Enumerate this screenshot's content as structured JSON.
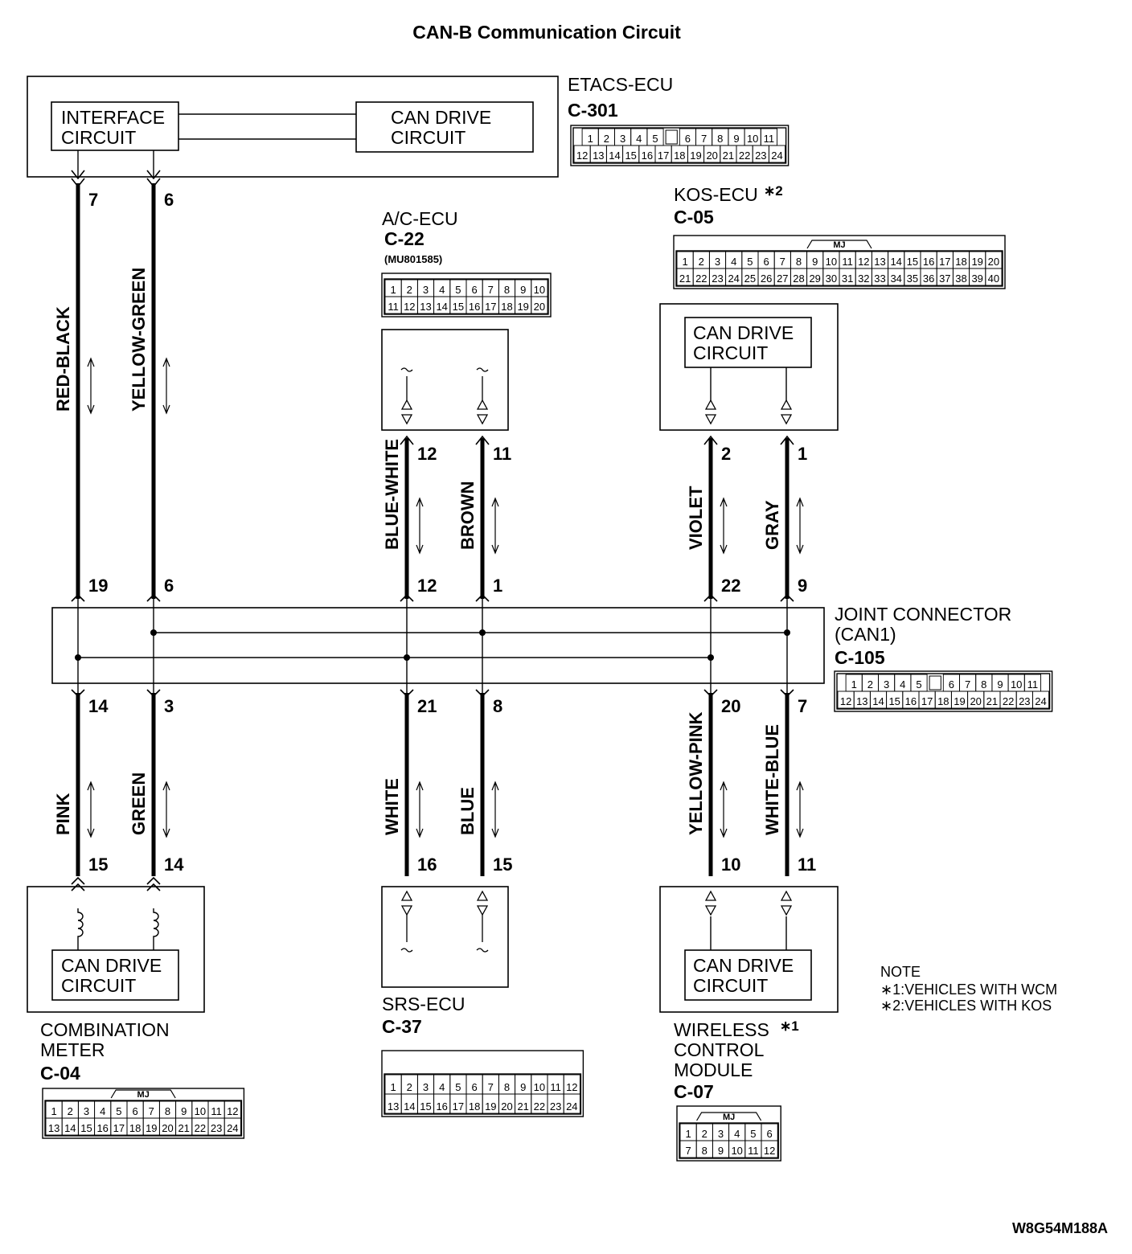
{
  "title": "CAN-B Communication Circuit",
  "doc_id": "W8G54M188A",
  "note": {
    "heading": "NOTE",
    "lines": [
      "∗1:VEHICLES WITH WCM",
      "∗2:VEHICLES WITH KOS"
    ]
  },
  "etacs": {
    "name": "ETACS-ECU",
    "connector": "C-301",
    "interface_line1": "INTERFACE",
    "interface_line2": "CIRCUIT",
    "drive_line1": "CAN DRIVE",
    "drive_line2": "CIRCUIT",
    "pins_row1": [
      "1",
      "2",
      "3",
      "4",
      "5",
      "",
      "6",
      "7",
      "8",
      "9",
      "10",
      "11"
    ],
    "pins_row2": [
      "12",
      "13",
      "14",
      "15",
      "16",
      "17",
      "18",
      "19",
      "20",
      "21",
      "22",
      "23",
      "24"
    ]
  },
  "ac_ecu": {
    "name": "A/C-ECU",
    "connector": "C-22",
    "part": "(MU801585)",
    "pins_row1": [
      "1",
      "2",
      "3",
      "4",
      "5",
      "6",
      "7",
      "8",
      "9",
      "10"
    ],
    "pins_row2": [
      "11",
      "12",
      "13",
      "14",
      "15",
      "16",
      "17",
      "18",
      "19",
      "20"
    ]
  },
  "kos_ecu": {
    "name": "KOS-ECU",
    "mark": "∗2",
    "connector": "C-05",
    "mj": "MJ",
    "drive_line1": "CAN DRIVE",
    "drive_line2": "CIRCUIT",
    "pins_row1": [
      "1",
      "2",
      "3",
      "4",
      "5",
      "6",
      "7",
      "8",
      "9",
      "10",
      "11",
      "12",
      "13",
      "14",
      "15",
      "16",
      "17",
      "18",
      "19",
      "20"
    ],
    "pins_row2": [
      "21",
      "22",
      "23",
      "24",
      "25",
      "26",
      "27",
      "28",
      "29",
      "30",
      "31",
      "32",
      "33",
      "34",
      "35",
      "36",
      "37",
      "38",
      "39",
      "40"
    ]
  },
  "joint": {
    "name_line1": "JOINT CONNECTOR",
    "name_line2": "(CAN1)",
    "connector": "C-105",
    "pins_row1": [
      "1",
      "2",
      "3",
      "4",
      "5",
      "",
      "6",
      "7",
      "8",
      "9",
      "10",
      "11"
    ],
    "pins_row2": [
      "12",
      "13",
      "14",
      "15",
      "16",
      "17",
      "18",
      "19",
      "20",
      "21",
      "22",
      "23",
      "24"
    ]
  },
  "combo": {
    "name_line1": "COMBINATION",
    "name_line2": "METER",
    "connector": "C-04",
    "mj": "MJ",
    "drive_line1": "CAN DRIVE",
    "drive_line2": "CIRCUIT",
    "pins_row1": [
      "1",
      "2",
      "3",
      "4",
      "5",
      "6",
      "7",
      "8",
      "9",
      "10",
      "11",
      "12"
    ],
    "pins_row2": [
      "13",
      "14",
      "15",
      "16",
      "17",
      "18",
      "19",
      "20",
      "21",
      "22",
      "23",
      "24"
    ]
  },
  "srs": {
    "name": "SRS-ECU",
    "connector": "C-37",
    "pins_row1": [
      "1",
      "2",
      "3",
      "4",
      "5",
      "6",
      "7",
      "8",
      "9",
      "10",
      "11",
      "12"
    ],
    "pins_row2": [
      "13",
      "14",
      "15",
      "16",
      "17",
      "18",
      "19",
      "20",
      "21",
      "22",
      "23",
      "24"
    ]
  },
  "wcm": {
    "name_line1": "WIRELESS",
    "mark": "∗1",
    "name_line2": "CONTROL",
    "name_line3": "MODULE",
    "connector": "C-07",
    "mj": "MJ",
    "drive_line1": "CAN DRIVE",
    "drive_line2": "CIRCUIT",
    "pins_row1": [
      "1",
      "2",
      "3",
      "4",
      "5",
      "6"
    ],
    "pins_row2": [
      "7",
      "8",
      "9",
      "10",
      "11",
      "12"
    ]
  },
  "wires": {
    "w1": {
      "color": "RED-BLACK",
      "pin_top": "7",
      "pin_joint": "19"
    },
    "w2": {
      "color": "YELLOW-GREEN",
      "pin_top": "6",
      "pin_joint": "6"
    },
    "w3": {
      "color": "BLUE-WHITE",
      "pin_top": "12",
      "pin_joint": "12"
    },
    "w4": {
      "color": "BROWN",
      "pin_top": "11",
      "pin_joint": "1"
    },
    "w5": {
      "color": "VIOLET",
      "pin_top": "2",
      "pin_joint": "22"
    },
    "w6": {
      "color": "GRAY",
      "pin_top": "1",
      "pin_joint": "9"
    },
    "w7": {
      "color": "PINK",
      "pin_joint": "14",
      "pin_bottom": "15"
    },
    "w8": {
      "color": "GREEN",
      "pin_joint": "3",
      "pin_bottom": "14"
    },
    "w9": {
      "color": "WHITE",
      "pin_joint": "21",
      "pin_bottom": "16"
    },
    "w10": {
      "color": "BLUE",
      "pin_joint": "8",
      "pin_bottom": "15"
    },
    "w11": {
      "color": "YELLOW-PINK",
      "pin_joint": "20",
      "pin_bottom": "10"
    },
    "w12": {
      "color": "WHITE-BLUE",
      "pin_joint": "7",
      "pin_bottom": "11"
    }
  }
}
